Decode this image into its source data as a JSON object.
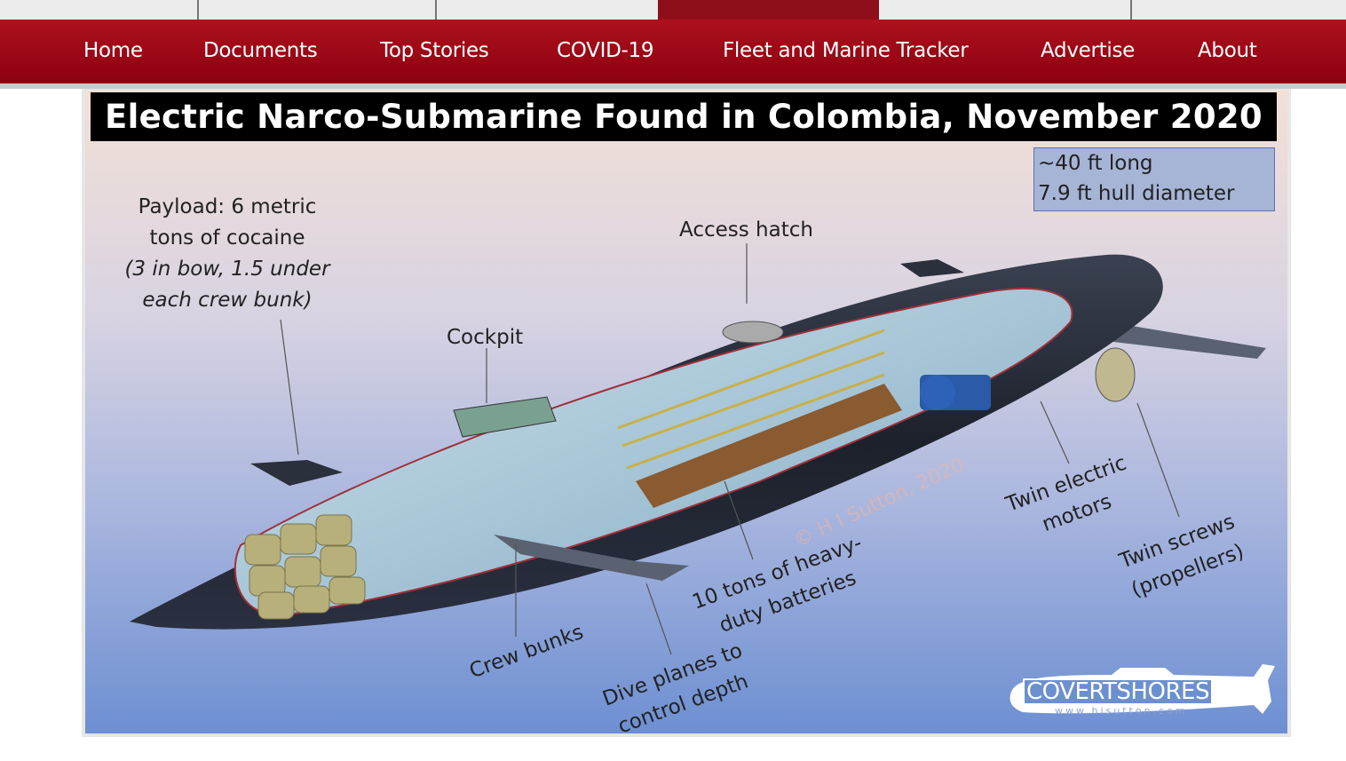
{
  "nav": {
    "items": [
      "Home",
      "Documents",
      "Top Stories",
      "COVID-19",
      "Fleet and Marine Tracker",
      "Advertise",
      "About"
    ]
  },
  "figure": {
    "title": "Electric Narco-Submarine Found in Colombia, November 2020",
    "dims": [
      "~40 ft long",
      "7.9 ft hull diameter"
    ],
    "payload": [
      "Payload: 6 metric",
      "tons of cocaine",
      "(3 in bow, 1.5 under",
      "each crew bunk)"
    ],
    "cockpit": "Cockpit",
    "access_hatch": "Access hatch",
    "crew_bunks": "Crew bunks",
    "dive_planes": [
      "Dive planes to",
      "control depth"
    ],
    "batteries": [
      "10 tons of heavy-",
      "duty batteries"
    ],
    "motors": [
      "Twin electric",
      "motors"
    ],
    "screws": [
      "Twin screws",
      "(propellers)"
    ],
    "watermark": "© H I Sutton, 2020",
    "logo": {
      "name": "COVERTSHORES",
      "url": "www.hisutton.com"
    }
  },
  "colors": {
    "nav": "#a0101b",
    "active_tab": "#8e0f1a"
  }
}
